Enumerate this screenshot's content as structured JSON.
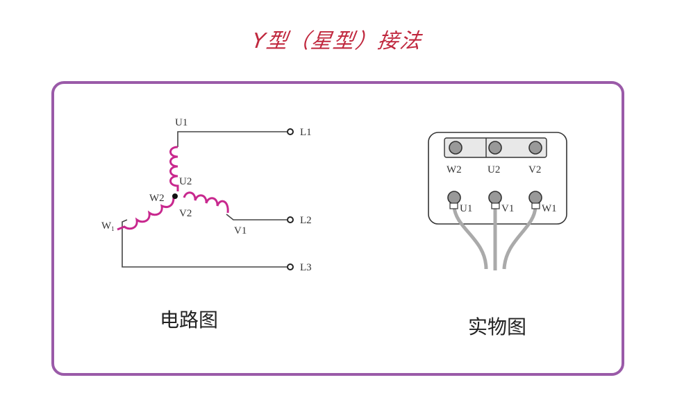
{
  "title": "Y型（星型）接法",
  "colors": {
    "title": "#c0283e",
    "frame": "#9a5aa8",
    "coil": "#c8288e",
    "wire": "#444444",
    "cable": "#a8a8a8"
  },
  "circuit": {
    "caption": "电路图",
    "labels": {
      "u1": "U1",
      "u2": "U2",
      "w2": "W2",
      "v2": "V2",
      "v1": "V1",
      "w1": "W",
      "w1_sub": "1"
    },
    "terminals": [
      "L1",
      "L2",
      "L3"
    ]
  },
  "physical": {
    "caption": "实物图",
    "top_row": [
      "W2",
      "U2",
      "V2"
    ],
    "bottom_row": [
      "U1",
      "V1",
      "W1"
    ]
  }
}
